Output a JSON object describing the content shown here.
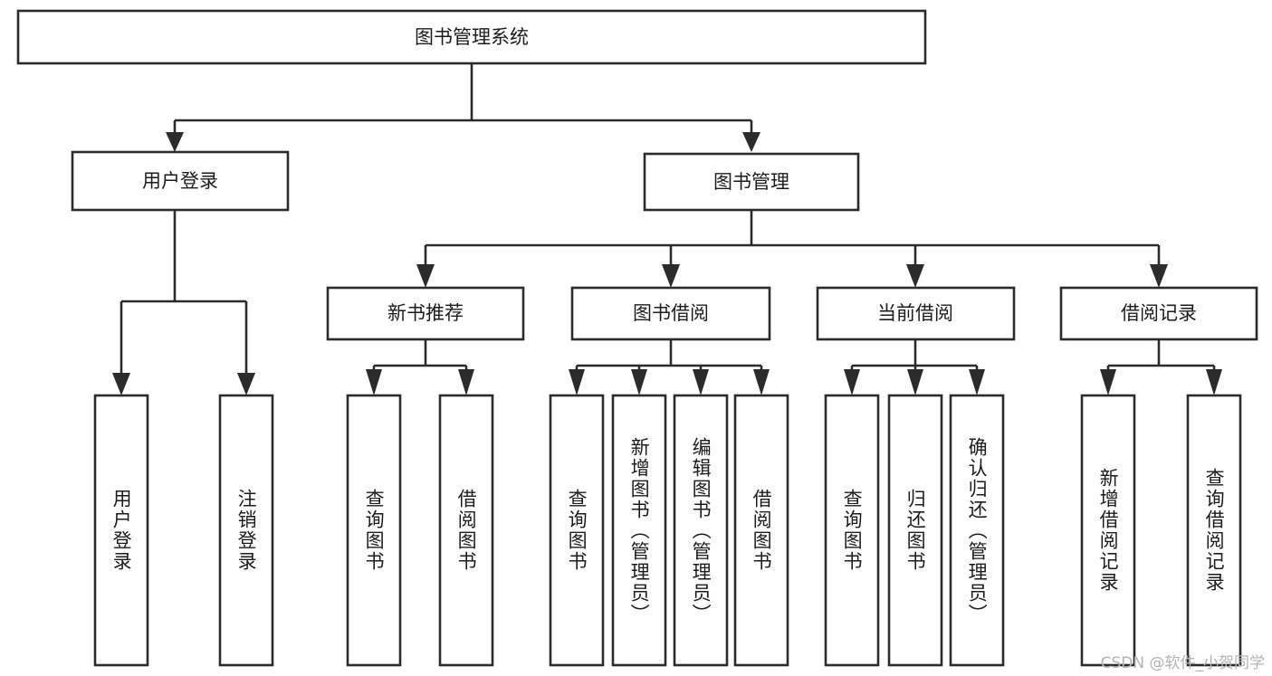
{
  "diagram": {
    "type": "tree-hierarchy",
    "title": "图书管理系统",
    "root": {
      "label": "图书管理系统"
    },
    "level2": [
      {
        "id": "user-login",
        "label": "用户登录"
      },
      {
        "id": "book-management",
        "label": "图书管理"
      }
    ],
    "level3": [
      {
        "id": "new-book-recommend",
        "label": "新书推荐"
      },
      {
        "id": "book-borrow",
        "label": "图书借阅"
      },
      {
        "id": "current-borrow",
        "label": "当前借阅"
      },
      {
        "id": "borrow-record",
        "label": "借阅记录"
      }
    ],
    "leaves": {
      "user-login": [
        {
          "id": "leaf-user-login",
          "label": "用户登录"
        },
        {
          "id": "leaf-logout-login",
          "label": "注销登录"
        }
      ],
      "new-book-recommend": [
        {
          "id": "leaf-query-book-1",
          "label": "查询图书"
        },
        {
          "id": "leaf-borrow-book-1",
          "label": "借阅图书"
        }
      ],
      "book-borrow": [
        {
          "id": "leaf-query-book-2",
          "label": "查询图书"
        },
        {
          "id": "leaf-add-book",
          "label": "新增图书（管理员）"
        },
        {
          "id": "leaf-edit-book",
          "label": "编辑图书（管理员）"
        },
        {
          "id": "leaf-borrow-book-2",
          "label": "借阅图书"
        }
      ],
      "current-borrow": [
        {
          "id": "leaf-query-book-3",
          "label": "查询图书"
        },
        {
          "id": "leaf-return-book",
          "label": "归还图书"
        },
        {
          "id": "leaf-confirm-return",
          "label": "确认归还（管理员）"
        }
      ],
      "borrow-record": [
        {
          "id": "leaf-add-record",
          "label": "新增借阅记录"
        },
        {
          "id": "leaf-query-record",
          "label": "查询借阅记录"
        }
      ]
    }
  },
  "watermark": {
    "text": "CSDN @软件_小贺同学"
  },
  "colors": {
    "stroke": "#2b2b2b",
    "box_fill": "#ffffff",
    "text": "#1c1c1c",
    "watermark": "#b4b4b4",
    "background": "#ffffff"
  }
}
